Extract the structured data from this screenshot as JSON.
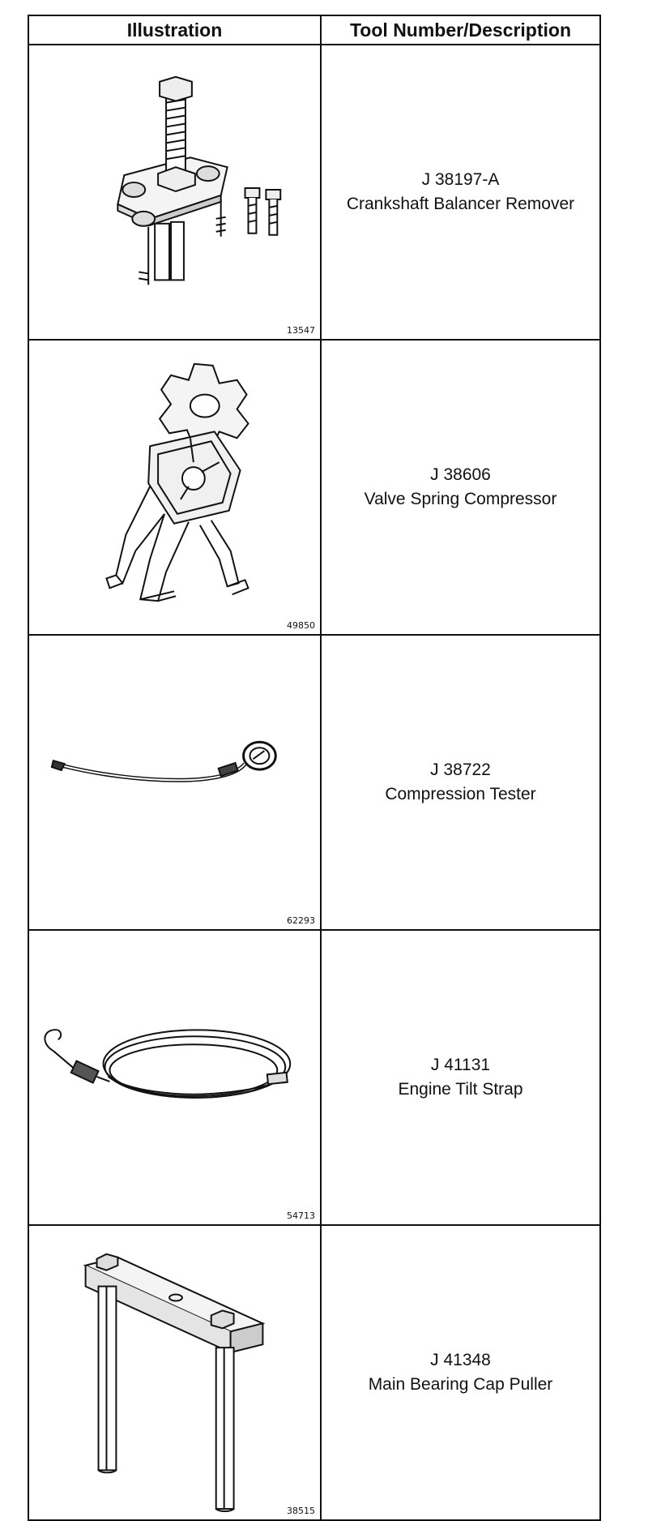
{
  "table": {
    "headers": {
      "illustration": "Illustration",
      "description": "Tool Number/Description"
    },
    "rows": [
      {
        "figure_number": "13547",
        "tool_number": "J 38197-A",
        "tool_name": "Crankshaft Balancer Remover",
        "icon": "crankshaft-balancer-remover-illustration"
      },
      {
        "figure_number": "49850",
        "tool_number": "J 38606",
        "tool_name": "Valve Spring Compressor",
        "icon": "valve-spring-compressor-illustration"
      },
      {
        "figure_number": "62293",
        "tool_number": "J 38722",
        "tool_name": "Compression Tester",
        "icon": "compression-tester-illustration"
      },
      {
        "figure_number": "54713",
        "tool_number": "J 41131",
        "tool_name": "Engine Tilt Strap",
        "icon": "engine-tilt-strap-illustration"
      },
      {
        "figure_number": "38515",
        "tool_number": "J 41348",
        "tool_name": "Main Bearing Cap Puller",
        "icon": "main-bearing-cap-puller-illustration"
      }
    ]
  }
}
